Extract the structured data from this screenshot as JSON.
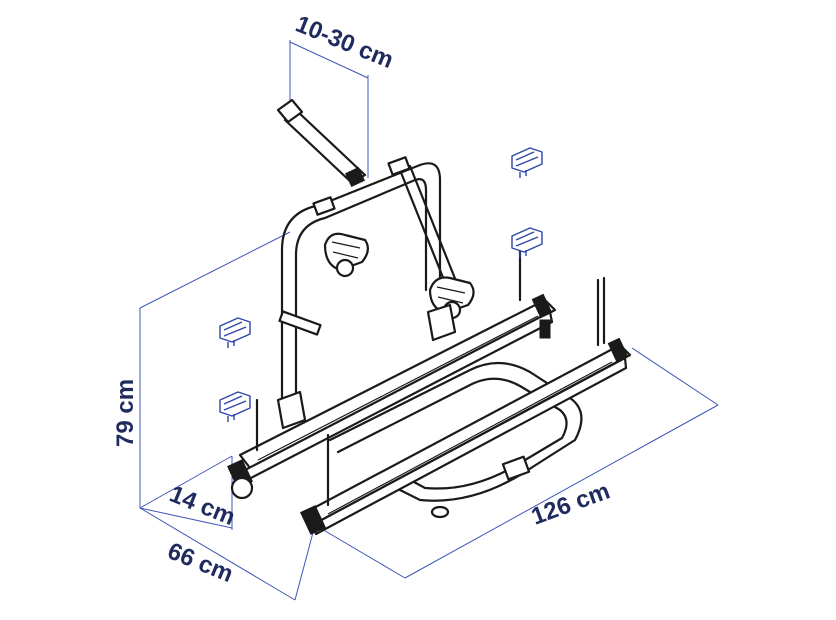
{
  "dimensions": {
    "arm_range": "10-30 cm",
    "height": "79 cm",
    "depth": "14 cm",
    "width_front": "66 cm",
    "length": "126 cm"
  },
  "colors": {
    "dimension_text": "#1f2b5e",
    "dimension_line": "#3f57b8",
    "bracket_stroke": "#2f45a8",
    "rack_stroke": "#1a1a1a"
  }
}
